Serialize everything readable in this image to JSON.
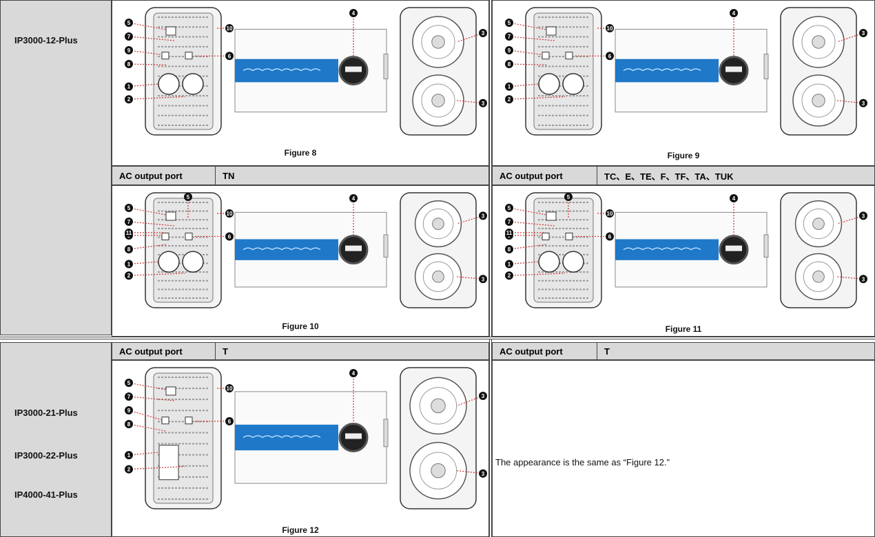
{
  "models_top": [
    "IP3000-12-Plus"
  ],
  "models_bottom": [
    "IP3000-21-Plus",
    "IP3000-22-Plus",
    "IP4000-41-Plus"
  ],
  "captions": {
    "fig8": "Figure 8",
    "fig9": "Figure 9",
    "fig10": "Figure 10",
    "fig11": "Figure 11",
    "fig12": "Figure 12"
  },
  "headers": {
    "row2_left": {
      "label": "AC output port",
      "value": "TN"
    },
    "row2_right": {
      "label": "AC output port",
      "value": "TC、E、TE、F、TF、TA、TUK"
    },
    "row3_left": {
      "label": "AC output port",
      "value": "T"
    },
    "row3_right": {
      "label": "AC output port",
      "value": "T"
    }
  },
  "note": "The appearance is the same as “Figure 12.”",
  "callouts": {
    "n1": "1",
    "n2": "2",
    "n3": "3",
    "n4": "4",
    "n5": "5",
    "n6": "6",
    "n7": "7",
    "n8": "8",
    "n9": "9",
    "n10": "10",
    "n11": "11"
  },
  "colors": {
    "header_bg": "#d9d9d9",
    "wave_blue": "#1f78c8",
    "border": "#444444"
  }
}
